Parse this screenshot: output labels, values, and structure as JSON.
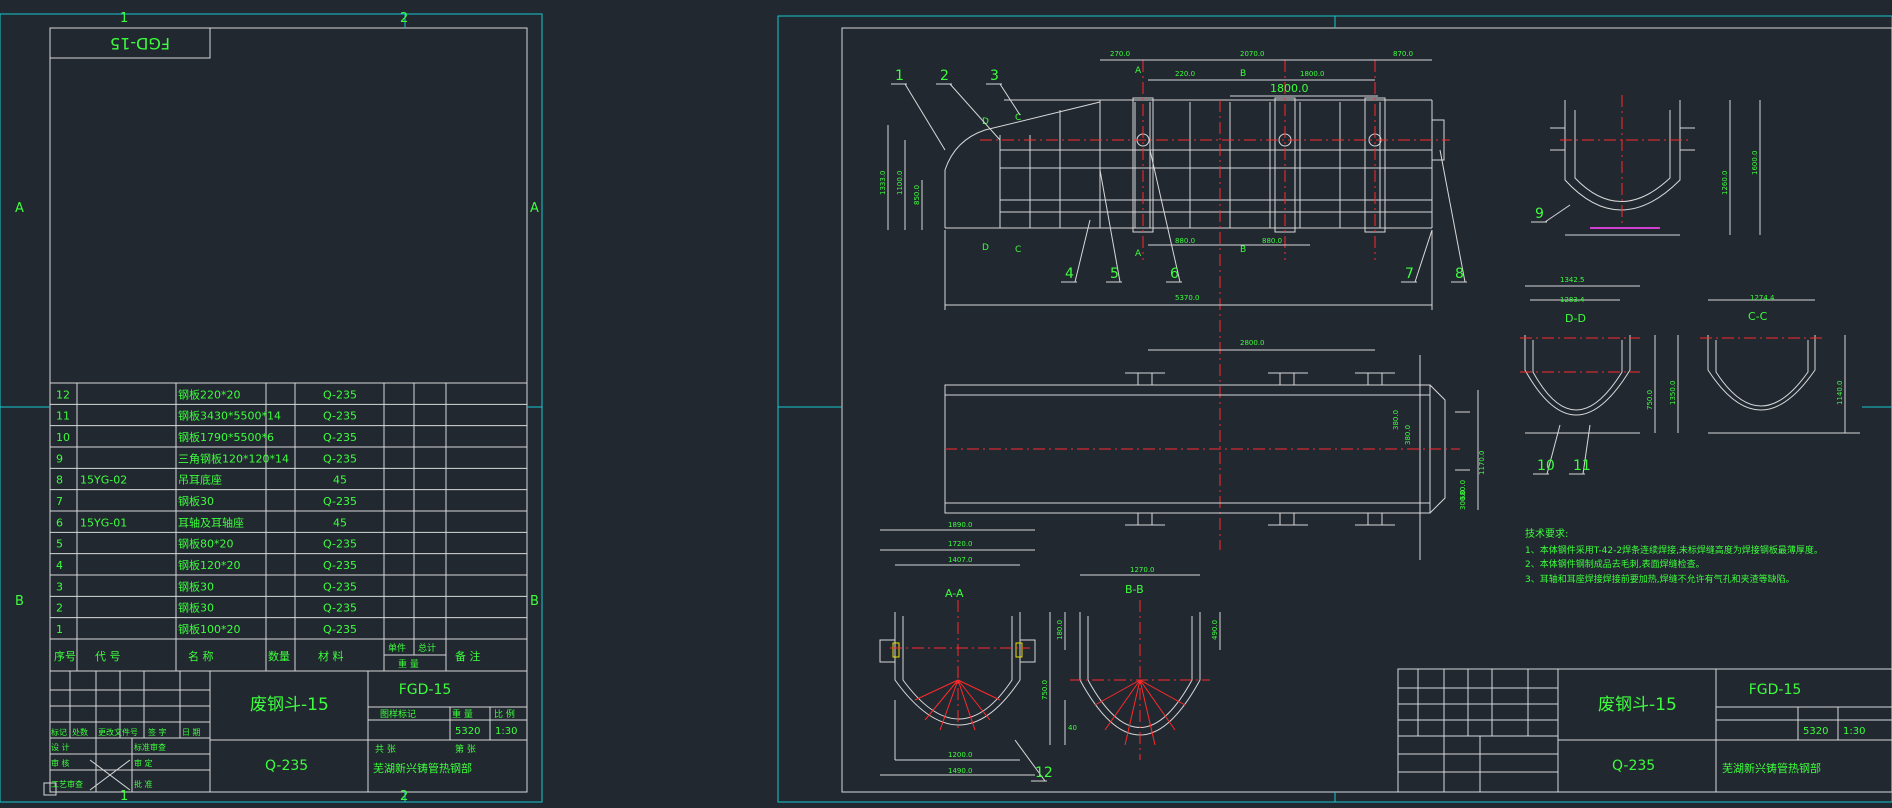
{
  "colors": {
    "background": "#212830",
    "frame": "#17c9cf",
    "white_line": "#d8d8d8",
    "green_text": "#3dfe3d",
    "center_line": "#ff2a2a",
    "yellow": "#e8e000",
    "magenta": "#d040d0"
  },
  "left_sheet": {
    "grid_top_1": "1",
    "grid_top_2": "2",
    "grid_bottom_1": "1",
    "grid_bottom_2": "2",
    "grid_left_a": "A",
    "grid_left_b": "B",
    "grid_right_a": "A",
    "grid_right_b": "B",
    "mirror_code": "FGD-15",
    "bom": [
      {
        "no": "12",
        "code": "",
        "name": "钢板220*20",
        "qty": "",
        "mat": "Q-235"
      },
      {
        "no": "11",
        "code": "",
        "name": "钢板3430*5500*14",
        "qty": "",
        "mat": "Q-235"
      },
      {
        "no": "10",
        "code": "",
        "name": "钢板1790*5500*6",
        "qty": "",
        "mat": "Q-235"
      },
      {
        "no": "9",
        "code": "",
        "name": "三角钢板120*120*14",
        "qty": "",
        "mat": "Q-235"
      },
      {
        "no": "8",
        "code": "15YG-02",
        "name": "吊耳底座",
        "qty": "",
        "mat": "45"
      },
      {
        "no": "7",
        "code": "",
        "name": "钢板30",
        "qty": "",
        "mat": "Q-235"
      },
      {
        "no": "6",
        "code": "15YG-01",
        "name": "耳轴及耳轴座",
        "qty": "",
        "mat": "45"
      },
      {
        "no": "5",
        "code": "",
        "name": "钢板80*20",
        "qty": "",
        "mat": "Q-235"
      },
      {
        "no": "4",
        "code": "",
        "name": "钢板120*20",
        "qty": "",
        "mat": "Q-235"
      },
      {
        "no": "3",
        "code": "",
        "name": "钢板30",
        "qty": "",
        "mat": "Q-235"
      },
      {
        "no": "2",
        "code": "",
        "name": "钢板30",
        "qty": "",
        "mat": "Q-235"
      },
      {
        "no": "1",
        "code": "",
        "name": "钢板100*20",
        "qty": "",
        "mat": "Q-235"
      }
    ],
    "bom_header": {
      "no": "序号",
      "code": "代 号",
      "name": "名 称",
      "qty": "数量",
      "mat": "材 料",
      "unit_wt": "单件",
      "total": "总计",
      "wt": "重 量",
      "remark": "备 注"
    },
    "title_name": "废钢斗-15",
    "material": "Q-235",
    "drawing_code": "FGD-15",
    "weight": "5320",
    "scale": "1:30",
    "company": "芜湖新兴铸管热钢部",
    "block_labels": {
      "mark": "标记",
      "count": "处数",
      "change_doc": "更改文件号",
      "sign": "签 字",
      "date": "日 期",
      "design": "设 计",
      "check": "审 核",
      "craft": "工艺审查",
      "standard": "标准审查",
      "approve": "审 定",
      "approve2": "批 准",
      "stage_mark": "图样标记",
      "weight_lbl": "重 量",
      "scale_lbl": "比 例",
      "total_sheets": "共  张",
      "sheet_no": "第  张"
    }
  },
  "right_sheet": {
    "dim_top": [
      "270.0",
      "2070.0",
      "870.0",
      "220.0",
      "1800.0",
      "1800.0"
    ],
    "dim_left": [
      "1333.0",
      "1100.0",
      "850.0"
    ],
    "dim_bottom": [
      "880.0",
      "880.0",
      "5370.0"
    ],
    "dim_plan": [
      "2800.0",
      "380.0",
      "380.0",
      "1170.0",
      "680.0",
      "300.0"
    ],
    "dim_side": [
      "1260.0",
      "1600.0"
    ],
    "dim_dd": [
      "1342.5",
      "1283.4",
      "1350.0",
      "750.0"
    ],
    "dim_cc": [
      "1274.4",
      "1140.0"
    ],
    "dim_aa": [
      "1890.0",
      "1720.0",
      "1407.0",
      "1200.0",
      "750.0",
      "1490.0",
      "40"
    ],
    "dim_bb": [
      "1270.0",
      "490.0",
      "180.0"
    ],
    "balloons": [
      "1",
      "2",
      "3",
      "4",
      "5",
      "6",
      "7",
      "8",
      "9",
      "10",
      "11",
      "12"
    ],
    "section_aa": "A-A",
    "section_bb": "B-B",
    "section_dd": "D-D",
    "section_cc": "C-C",
    "cut_labels": [
      "A",
      "A",
      "B",
      "B",
      "C",
      "C",
      "D",
      "D"
    ],
    "notes_title": "技术要求:",
    "notes": [
      "1、本体钢件采用T-42-2焊条连续焊接,未标焊缝高度为焊接钢板最薄厚度。",
      "2、本体钢件钢制成品去毛刺,表面焊缝检查。",
      "3、耳轴和耳座焊接焊接前要加热,焊缝不允许有气孔和夹渣等缺陷。"
    ],
    "title_name": "废钢斗-15",
    "material": "Q-235",
    "drawing_code": "FGD-15",
    "weight": "5320",
    "scale": "1:30",
    "company": "芜湖新兴铸管热钢部"
  }
}
